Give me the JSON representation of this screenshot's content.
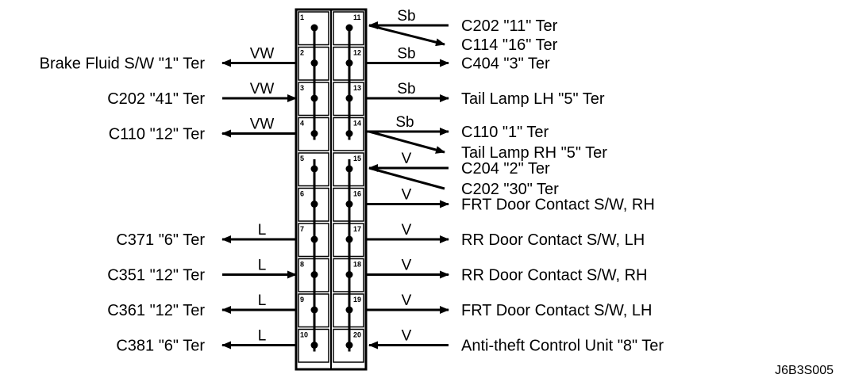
{
  "left_labels": [
    {
      "pin": 2,
      "text": "Brake Fluid S/W  \"1\" Ter",
      "dir": "out",
      "wire": "VW"
    },
    {
      "pin": 3,
      "text": "C202  \"41\" Ter",
      "dir": "in",
      "wire": "VW"
    },
    {
      "pin": 4,
      "text": "C110  \"12\" Ter",
      "dir": "out",
      "wire": "VW"
    },
    {
      "pin": 7,
      "text": "C371  \"6\" Ter",
      "dir": "out",
      "wire": "L"
    },
    {
      "pin": 8,
      "text": "C351  \"12\" Ter",
      "dir": "in",
      "wire": "L"
    },
    {
      "pin": 9,
      "text": "C361  \"12\" Ter",
      "dir": "out",
      "wire": "L"
    },
    {
      "pin": 10,
      "text": "C381  \"6\" Ter",
      "dir": "out",
      "wire": "L"
    }
  ],
  "right_labels": [
    {
      "pin": 11,
      "wire": "Sb",
      "dir": "in",
      "text": "C202  \"11\" Ter",
      "branch_text": "C114  \"16\" Ter"
    },
    {
      "pin": 12,
      "wire": "Sb",
      "dir": "out",
      "text": "C404  \"3\" Ter"
    },
    {
      "pin": 13,
      "wire": "Sb",
      "dir": "out",
      "text": "Tail Lamp LH \"5\" Ter"
    },
    {
      "pin": 14,
      "wire": "Sb",
      "dir": "out",
      "text": "C110  \"1\" Ter",
      "branch_text": "Tail Lamp RH \"5\" Ter"
    },
    {
      "pin": 15,
      "wire": "V",
      "dir": "in",
      "text": "C204  \"2\" Ter",
      "branch_text": "C202  \"30\" Ter"
    },
    {
      "pin": 16,
      "wire": "V",
      "dir": "out",
      "text": "FRT Door Contact S/W, RH"
    },
    {
      "pin": 17,
      "wire": "V",
      "dir": "out",
      "text": "RR Door  Contact S/W, LH"
    },
    {
      "pin": 18,
      "wire": "V",
      "dir": "out",
      "text": "RR Door Contact S/W, RH"
    },
    {
      "pin": 19,
      "wire": "V",
      "dir": "out",
      "text": "FRT Door  Contact S/W, LH"
    },
    {
      "pin": 20,
      "wire": "V",
      "dir": "in",
      "text": "Anti-theft Control Unit  \"8\" Ter"
    }
  ],
  "pins_left": [
    "1",
    "2",
    "3",
    "4",
    "5",
    "6",
    "7",
    "8",
    "9",
    "10"
  ],
  "pins_right": [
    "11",
    "12",
    "13",
    "14",
    "15",
    "16",
    "17",
    "18",
    "19",
    "20"
  ],
  "figure_code": "J6B3S005"
}
